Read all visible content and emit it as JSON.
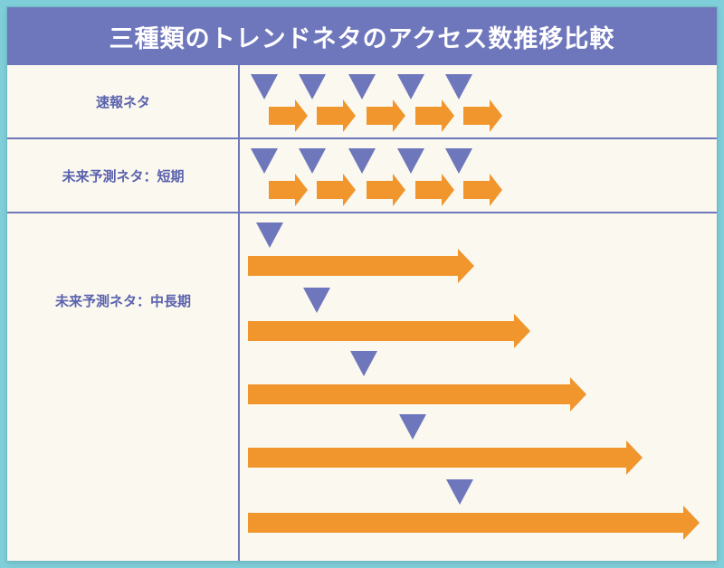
{
  "title": "三種類のトレンドネタのアクセス数推移比較",
  "colors": {
    "header_bg": "#6f77bc",
    "label_text": "#5a62ad",
    "triangle": "#6f77bc",
    "arrow": "#f0962d",
    "panel_bg": "#fbf8ef",
    "outer_bg": "#7ecfd9"
  },
  "rows": [
    {
      "label": "速報ネタ",
      "marker_icon": "down-triangle-icon",
      "arrow_icon": "right-arrow-icon",
      "event_count": 5
    },
    {
      "label": "未来予測ネタ：短期",
      "marker_icon": "down-triangle-icon",
      "arrow_icon": "right-arrow-icon",
      "event_count": 5
    },
    {
      "label": "未来予測ネタ：中長期",
      "marker_icon": "down-triangle-icon",
      "arrow_icon": "long-right-arrow-icon",
      "event_count": 5
    }
  ]
}
